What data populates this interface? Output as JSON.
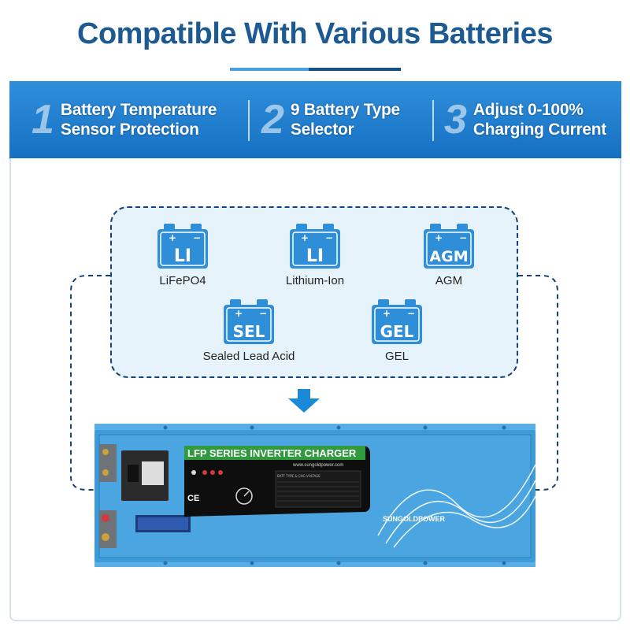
{
  "headline": "Compatible With Various Batteries",
  "features": [
    {
      "num": "1",
      "line1": "Battery Temperature",
      "line2": "Sensor Protection"
    },
    {
      "num": "2",
      "line1": "9 Battery Type",
      "line2": "Selector"
    },
    {
      "num": "3",
      "line1": "Adjust 0-100%",
      "line2": "Charging Current"
    }
  ],
  "batteries": [
    {
      "code": "LI",
      "label": "LiFePO4"
    },
    {
      "code": "LI",
      "label": "Lithium-Ion"
    },
    {
      "code": "AGM",
      "label": "AGM"
    },
    {
      "code": "SEL",
      "label": "Sealed Lead Acid"
    },
    {
      "code": "GEL",
      "label": "GEL"
    }
  ],
  "inverter": {
    "series_label": "LFP SERIES INVERTER CHARGER",
    "website": "www.sungoldpower.com",
    "brand": "SUNGOLDPOWER",
    "cert_mark": "CE",
    "battery_type_table_title": "BATT TYPE & CHG VOLTAGE"
  },
  "colors": {
    "headline": "#1e5a92",
    "banner": "#1670c2",
    "battery_icon": "#2e8ed8",
    "dashed_border": "#14427a",
    "box_fill": "#e6f3fb",
    "inverter_body": "#3f9bd8",
    "arrow": "#1a8ad8"
  }
}
